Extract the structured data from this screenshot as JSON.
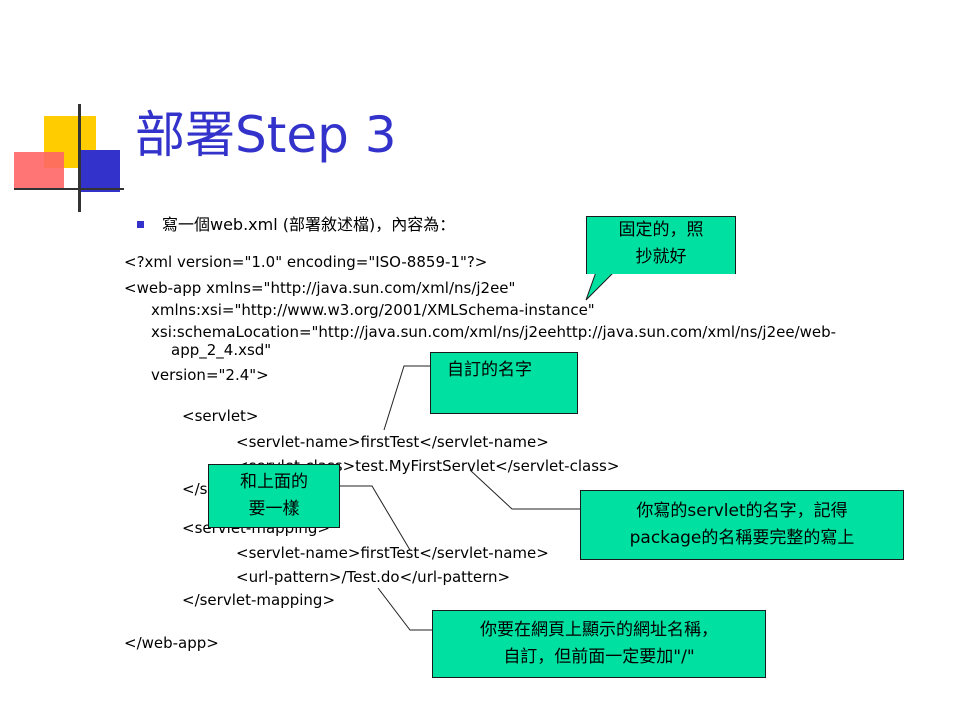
{
  "title": "部署Step 3",
  "bullet": "寫一個web.xml (部署敘述檔)，內容為：",
  "code": {
    "line1": "<?xml version=\"1.0\" encoding=\"ISO-8859-1\"?>",
    "line2": "<web-app xmlns=\"http://java.sun.com/xml/ns/j2ee\"",
    "line3": "xmlns:xsi=\"http://www.w3.org/2001/XMLSchema-instance\"",
    "line4": "xsi:schemaLocation=\"http://java.sun.com/xml/ns/j2eehttp://java.sun.com/xml/ns/j2ee/web-",
    "line5": "app_2_4.xsd\"",
    "line6": "version=\"2.4\">",
    "line7": "<servlet>",
    "line8": "<servlet-name>firstTest</servlet-name>",
    "line9": "<servlet-class>test.MyFirstServlet</servlet-class>",
    "line10": "</servlet>",
    "line11": "<servlet-mapping>",
    "line12": "<servlet-name>firstTest</servlet-name>",
    "line13": "<url-pattern>/Test.do</url-pattern>",
    "line14": "</servlet-mapping>",
    "line15": "</web-app>"
  },
  "callouts": {
    "fixed_l1": "固定的，照",
    "fixed_l2": "抄就好",
    "custom_name": "自訂的名字",
    "same_l1": "和上面的",
    "same_l2": "要一樣",
    "servlet_l1": "你寫的servlet的名字，記得",
    "servlet_l2": "package的名稱要完整的寫上",
    "url_l1": "你要在網頁上顯示的網址名稱，",
    "url_l2": "自訂，但前面一定要加\"/\""
  },
  "colors": {
    "title": "#3333cc",
    "callout_bg": "#00e0a0",
    "accent_yellow": "#ffcc00",
    "accent_red": "#ff6666",
    "accent_blue": "#3333cc"
  }
}
